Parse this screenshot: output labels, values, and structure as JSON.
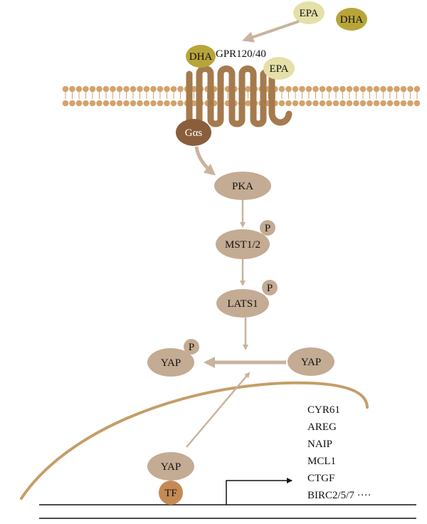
{
  "colors": {
    "tan": "#c4ab93",
    "arrow": "#c9b39c",
    "lipid": "#d2a36c",
    "receptor": "#a57a4d",
    "gas": "#8b5e3b",
    "tf": "#c48a55",
    "epa": "#e4e0a8",
    "dha": "#b8a53a",
    "nucleus": "#c49e68",
    "dna": "#111111"
  },
  "ligands": {
    "top_epa": "EPA",
    "top_dha": "DHA",
    "bound_dha": "DHA",
    "bound_epa": "EPA"
  },
  "receptor_label": "GPR120/40",
  "nodes": {
    "gas": "Gαs",
    "pka": "PKA",
    "mst": "MST1/2",
    "lats": "LATS1",
    "yap_p": "YAP",
    "yap_right": "YAP",
    "yap_nuc": "YAP",
    "tf": "TF"
  },
  "phospho": "P",
  "target_genes": [
    "CYR61",
    "AREG",
    "NAIP",
    "MCL1",
    "CTGF",
    "BIRC2/5/7 ····"
  ]
}
